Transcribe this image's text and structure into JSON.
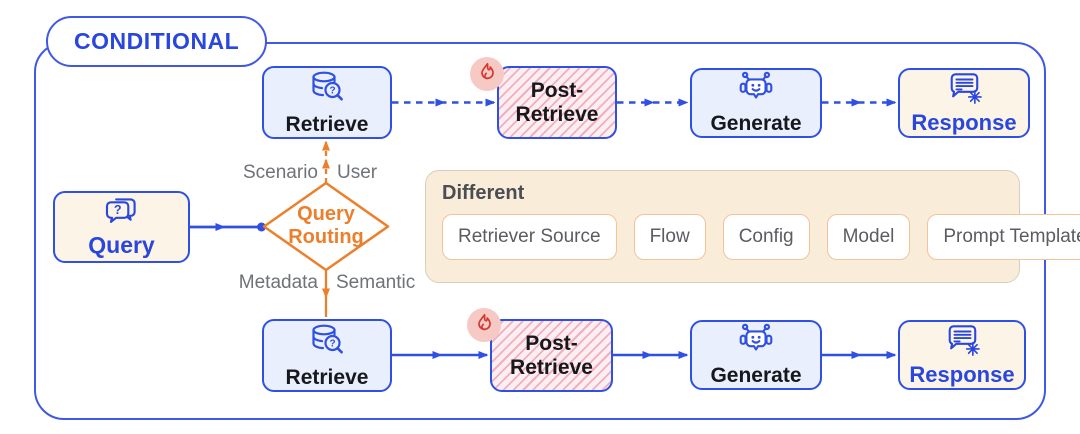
{
  "frame": {
    "title": "CONDITIONAL"
  },
  "query_node": {
    "label": "Query",
    "icon": "question-bubbles-icon"
  },
  "router": {
    "label": "Query Routing",
    "branch_top_left": "Scenario",
    "branch_top_right": "User",
    "branch_bottom_left": "Metadata",
    "branch_bottom_right": "Semantic"
  },
  "flows": {
    "top": [
      {
        "label": "Retrieve",
        "icon": "database-search-icon",
        "style": "blue",
        "arrow_style": "dashed"
      },
      {
        "label": "Post-Retrieve",
        "icon": "flame-badge-icon",
        "style": "hatched-pink",
        "arrow_style": "dashed"
      },
      {
        "label": "Generate",
        "icon": "robot-icon",
        "style": "blue",
        "arrow_style": "dashed"
      },
      {
        "label": "Response",
        "icon": "chat-lines-chip-icon",
        "style": "cream",
        "arrow_style": "none"
      }
    ],
    "bottom": [
      {
        "label": "Retrieve",
        "icon": "database-search-icon",
        "style": "blue",
        "arrow_style": "solid"
      },
      {
        "label": "Post-Retrieve",
        "icon": "flame-badge-icon",
        "style": "hatched-pink",
        "arrow_style": "solid"
      },
      {
        "label": "Generate",
        "icon": "robot-icon",
        "style": "blue",
        "arrow_style": "solid"
      },
      {
        "label": "Response",
        "icon": "chat-lines-chip-icon",
        "style": "cream",
        "arrow_style": "none"
      }
    ]
  },
  "different_panel": {
    "title": "Different",
    "chips": [
      "Retriever Source",
      "Flow",
      "Config",
      "Model",
      "Prompt Template"
    ]
  },
  "glyphs": {
    "question_mark": "?"
  },
  "colors": {
    "accent_blue": "#2f50e2",
    "frame_blue": "#4058e4",
    "text_blue": "#2946dd",
    "accent_orange": "#ec7f2b",
    "flame_red": "#d5372e",
    "badge_pink": "#f6c9c5",
    "label_gray": "#6f7276",
    "node_blue_fill": "#e9effc",
    "node_cream_fill": "#fcf4e7",
    "panel_fill": "#f9edda",
    "hatch_pink_fill": "#fdeef2"
  }
}
